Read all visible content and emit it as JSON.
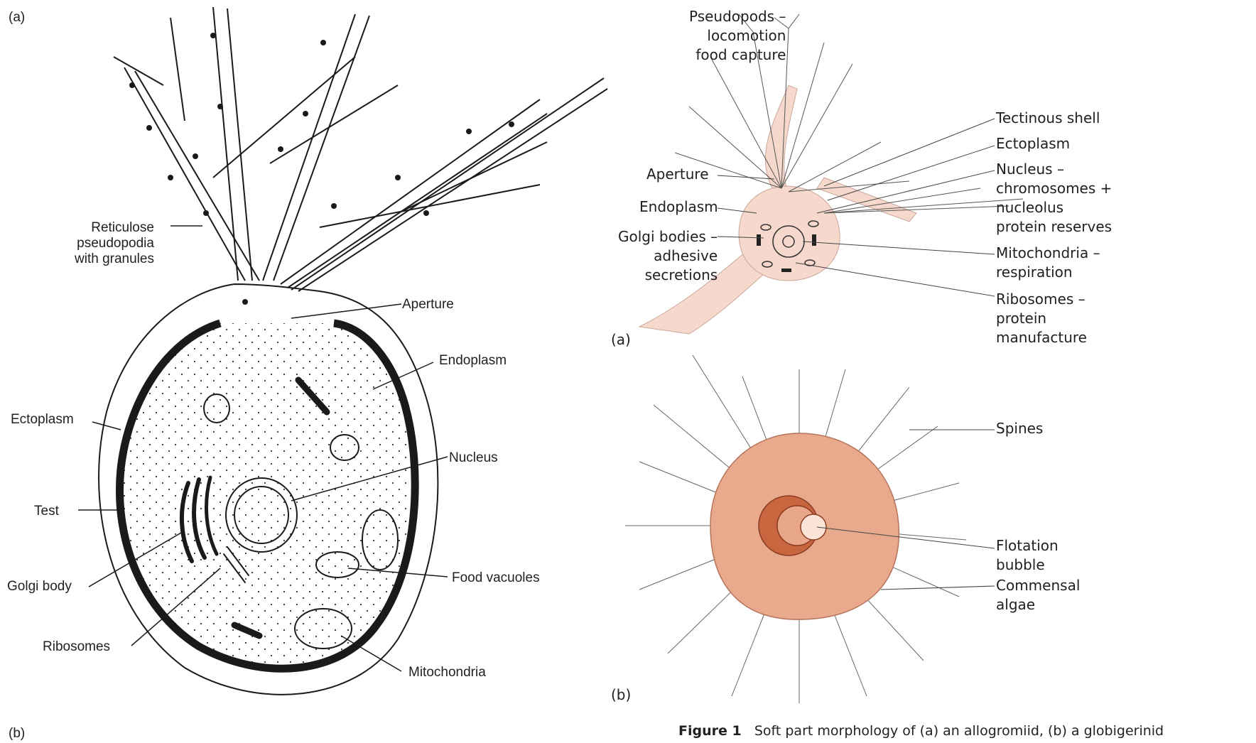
{
  "left_panel": {
    "tag_a": "(a)",
    "tag_b": "(b)",
    "labels": {
      "reticulose": "Reticulose\npseudopodia\nwith granules",
      "aperture": "Aperture",
      "endoplasm": "Endoplasm",
      "ectoplasm": "Ectoplasm",
      "nucleus": "Nucleus",
      "test": "Test",
      "food_vacuoles": "Food vacuoles",
      "golgi_body": "Golgi body",
      "ribosomes": "Ribosomes",
      "mitochondria": "Mitochondria"
    }
  },
  "right_panel": {
    "fig_a": {
      "tag": "(a)",
      "labels": {
        "pseudopods": "Pseudopods –\nlocomotion\nfood capture",
        "aperture": "Aperture",
        "endoplasm": "Endoplasm",
        "golgi": "Golgi bodies –\nadhesive\nsecretions",
        "tectinous": "Tectinous shell",
        "ectoplasm": "Ectoplasm",
        "nucleus": "Nucleus –\nchromosomes +\nnucleolus\nprotein reserves",
        "mitochondria": "Mitochondria –\nrespiration",
        "ribosomes": "Ribosomes –\nprotein\nmanufacture"
      }
    },
    "fig_b": {
      "tag": "(b)",
      "labels": {
        "spines": "Spines",
        "flotation": "Flotation\nbubble",
        "algae": "Commensal\nalgae"
      }
    },
    "caption_bold": "Figure 1",
    "caption_text": "   Soft part morphology of (a) an allogromiid, (b) a globigerinid"
  },
  "colors": {
    "cell_fill": "#f6d9cc",
    "shell_fill": "#e8a98c",
    "ink": "#1a1a1a"
  }
}
